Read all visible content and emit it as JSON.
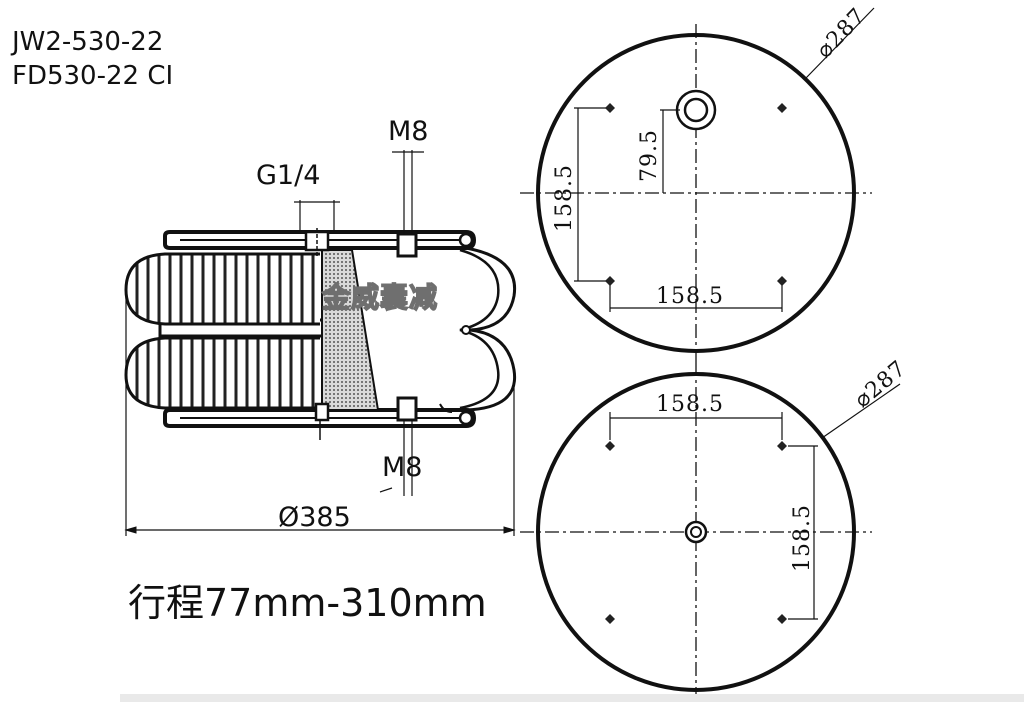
{
  "model": {
    "line1": "JW2-530-22",
    "line2": "FD530-22 CI"
  },
  "side_view": {
    "labels": {
      "top_port": "G1/4",
      "top_stud": "M8",
      "bottom_stud": "M8",
      "overall_diameter": "Ø385"
    },
    "watermark": "金威囊减"
  },
  "stroke": "行程77mm-310mm",
  "top_plate": {
    "diameter": "⌀287",
    "spacing_vertical": "158.5",
    "spacing_horizontal": "158.5",
    "port_offset": "79.5"
  },
  "bottom_plate": {
    "diameter": "⌀287",
    "spacing_horizontal": "158.5",
    "spacing_vertical": "158.5"
  }
}
